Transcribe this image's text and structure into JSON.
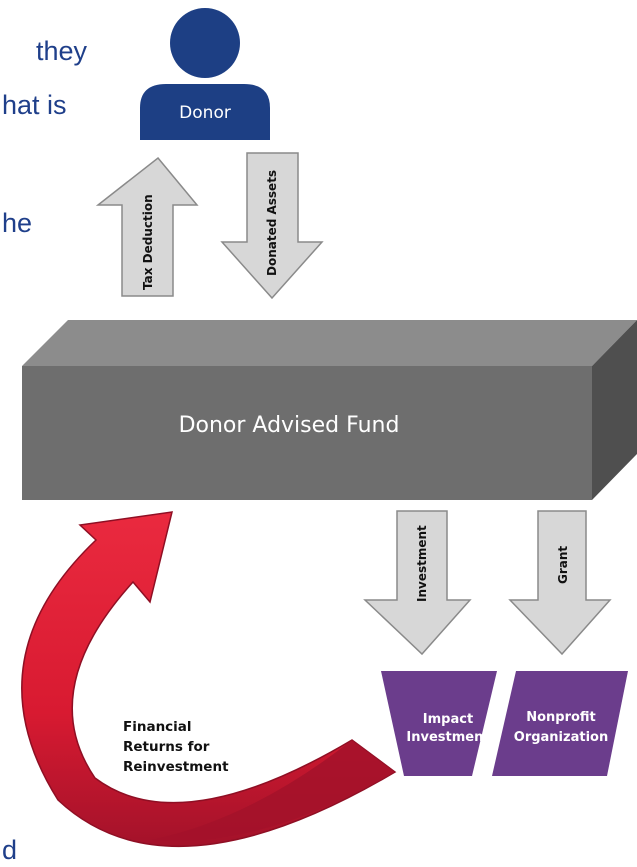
{
  "background_text": [
    "they",
    "hat is",
    "he",
    "d"
  ],
  "donor": {
    "label": "Donor",
    "color": "#1d3f84"
  },
  "arrows": {
    "tax_deduction": "Tax Deduction",
    "donated_assets": "Donated Assets",
    "investment": "Investment",
    "grant": "Grant"
  },
  "fund": {
    "label": "Donor Advised Fund"
  },
  "outcomes": {
    "impact_line1": "Impact",
    "impact_line2": "Investment",
    "nonprofit_line1": "Nonprofit",
    "nonprofit_line2": "Organization"
  },
  "returns": {
    "line1": "Financial",
    "line2": "Returns for",
    "line3": "Reinvestment"
  },
  "colors": {
    "text_blue": "#1f3f8a",
    "arrow_fill": "#d7d7d7",
    "arrow_stroke": "#8a8a8a",
    "box_front": "#6e6e6e",
    "box_top": "#8c8c8c",
    "box_side": "#4f4f4f",
    "purple": "#6b3d8c",
    "red": "#e01e35",
    "red_dark": "#a3122a"
  }
}
